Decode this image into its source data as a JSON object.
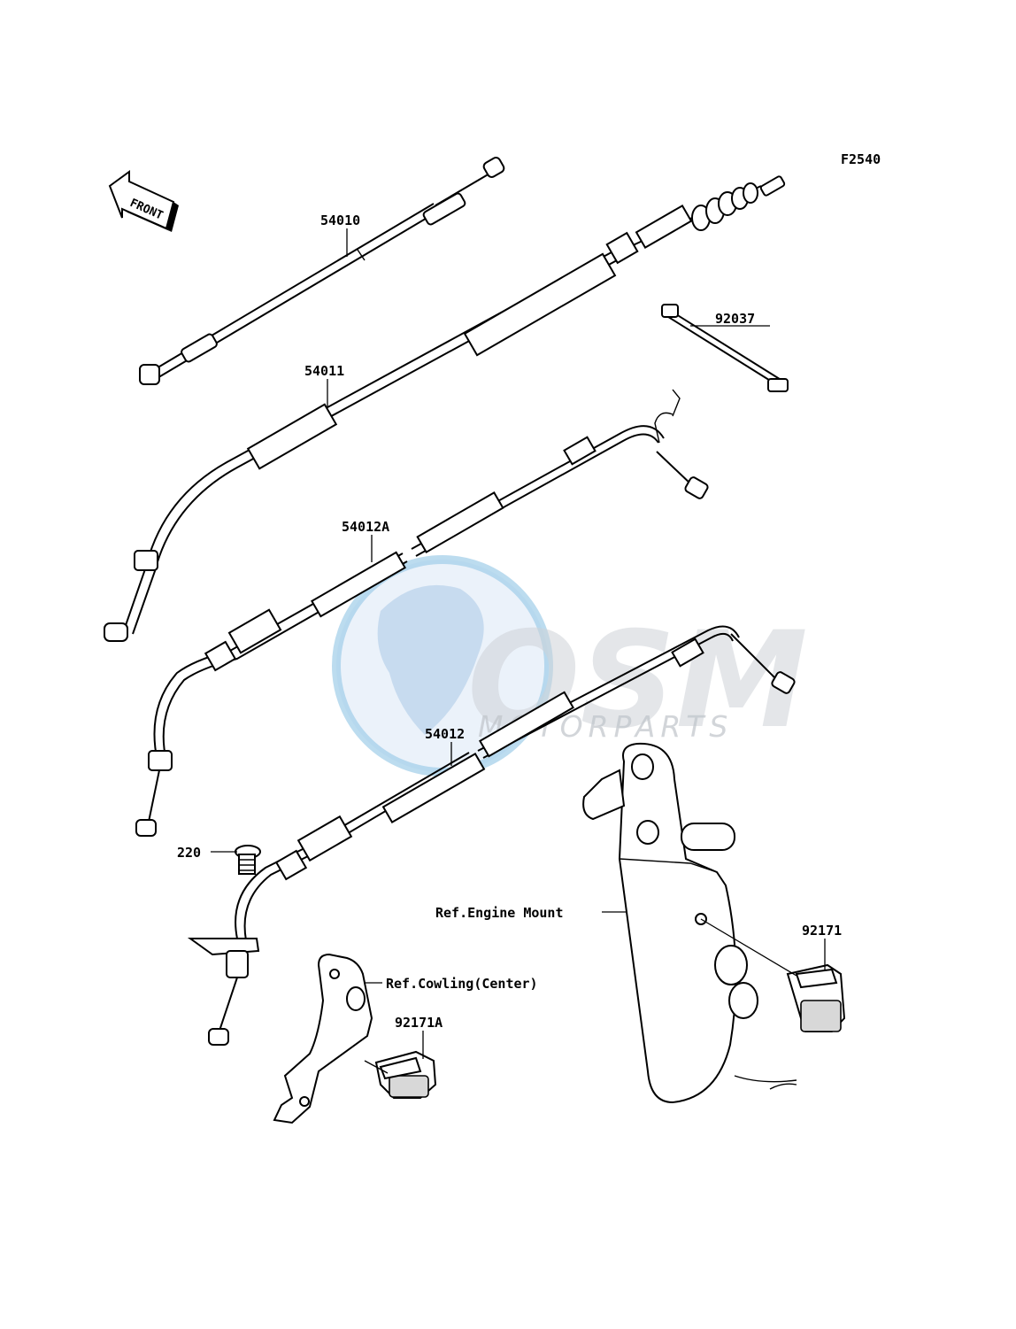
{
  "diagram": {
    "code": "F2540",
    "front_arrow": "FRONT",
    "watermark": {
      "logo": "OSM",
      "subtitle": "MOTORPARTS"
    },
    "part_labels": {
      "p54010": "54010",
      "p92037": "92037",
      "p54011": "54011",
      "p54012A": "54012A",
      "p54012": "54012",
      "p220": "220",
      "p92171": "92171",
      "p92171A": "92171A"
    },
    "ref_labels": {
      "engine_mount": "Ref.Engine Mount",
      "cowling_center": "Ref.Cowling(Center)"
    }
  }
}
